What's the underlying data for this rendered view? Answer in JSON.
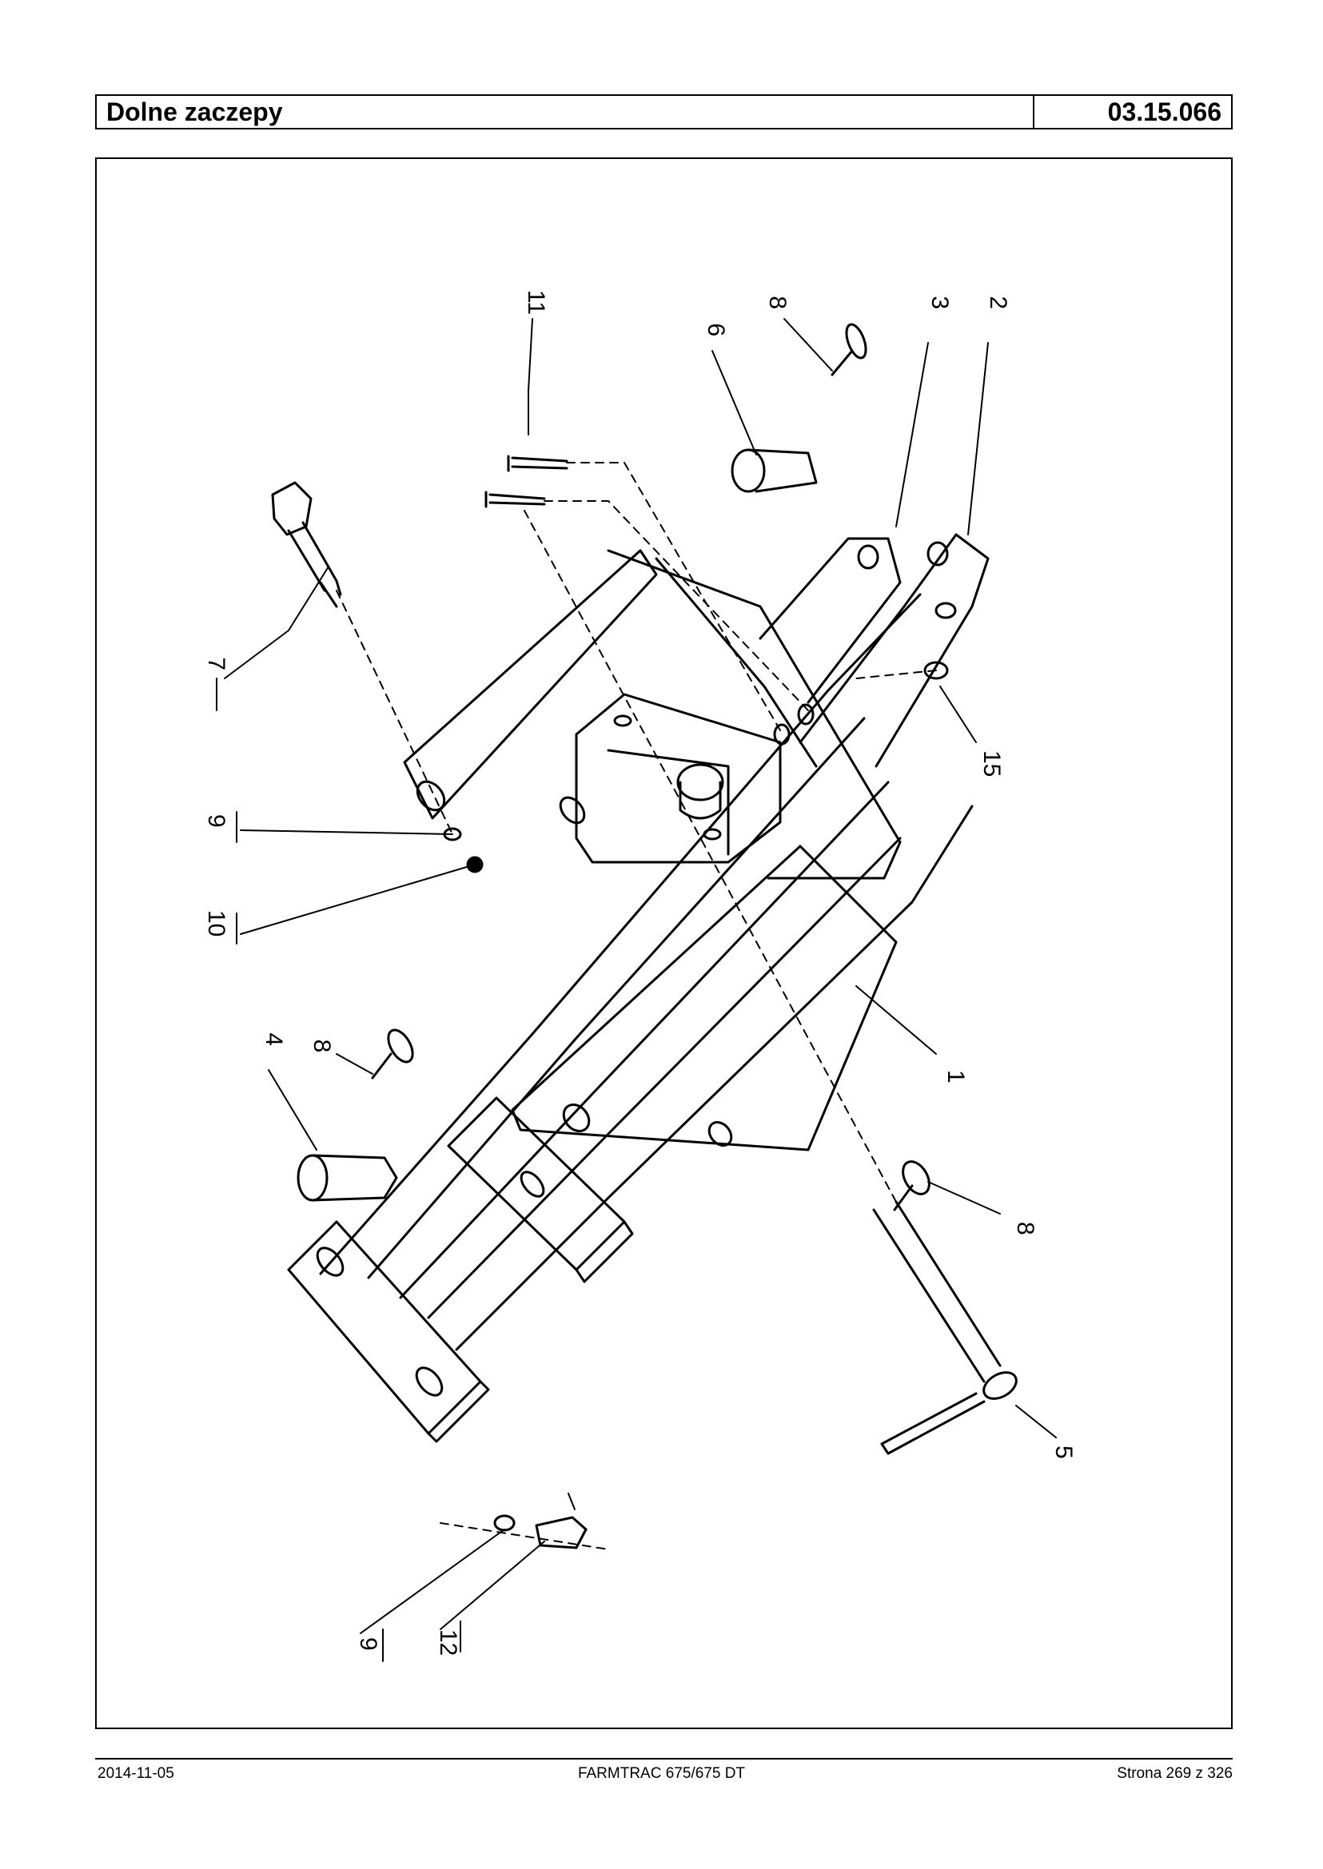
{
  "header": {
    "title": "Dolne zaczepy",
    "code": "03.15.066"
  },
  "diagram": {
    "part_labels": [
      "11",
      "6",
      "8",
      "3",
      "2",
      "7",
      "15",
      "9",
      "10",
      "8",
      "4",
      "1",
      "8",
      "5",
      "9",
      "12"
    ]
  },
  "footer": {
    "date": "2014-11-05",
    "model": "FARMTRAC 675/675 DT",
    "page": "Strona 269 z 326"
  }
}
